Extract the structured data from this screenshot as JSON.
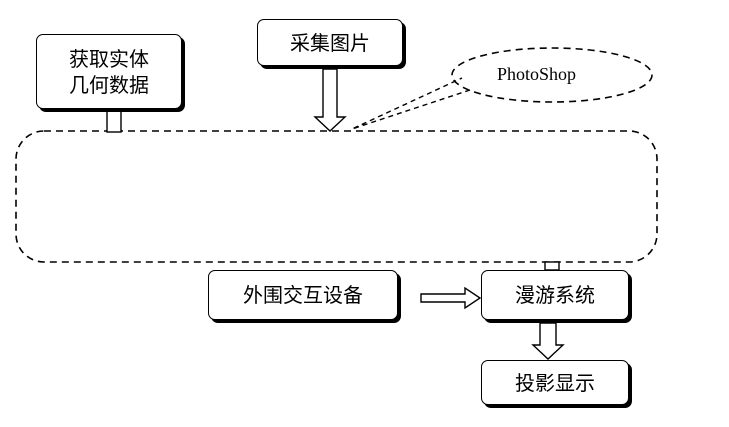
{
  "nodes": {
    "acquire_geometry": {
      "line1": "获取实体",
      "line2": "几何数据"
    },
    "collect_images": {
      "label": "采集图片"
    },
    "photoshop": {
      "label": "PhotoShop"
    },
    "peripheral_devices": {
      "label": "外围交互设备"
    },
    "roaming_system": {
      "label": "漫游系统"
    },
    "projection_display": {
      "label": "投影显示"
    }
  },
  "colors": {
    "stroke": "#000000",
    "fill": "#ffffff"
  }
}
